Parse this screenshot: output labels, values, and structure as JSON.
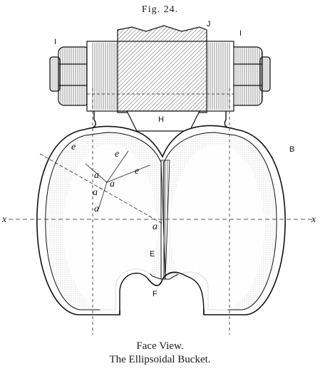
{
  "figure": {
    "number": "Fig. 24.",
    "caption_line1": "Face View.",
    "caption_line2": "The Ellipsoidal Bucket.",
    "labels": {
      "J": "J",
      "I_left": "I",
      "I_right": "I",
      "H": "H",
      "B": "B",
      "E": "E",
      "F": "F",
      "x_left": "x",
      "x_right": "x",
      "a1": "a",
      "a2": "a",
      "a3": "a",
      "a4": "a",
      "a5": "a",
      "e1": "e",
      "e2": "e",
      "e3": "e"
    }
  }
}
